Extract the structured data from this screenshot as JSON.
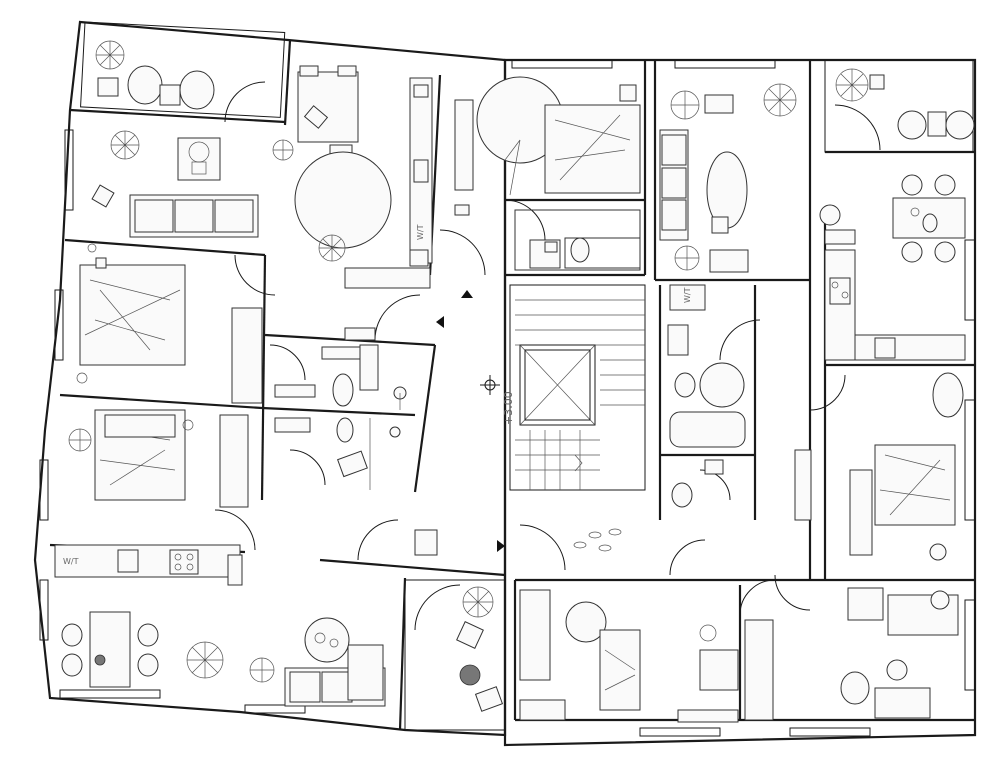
{
  "plan": {
    "elevation_label": "+3.00",
    "appliance_labels": [
      {
        "id": "wt-1",
        "text": "W/T"
      },
      {
        "id": "wt-2",
        "text": "W/T"
      },
      {
        "id": "wt-3",
        "text": "W/T"
      }
    ]
  },
  "colors": {
    "wall": "#1a1a1a",
    "background": "#ffffff",
    "furniture_fill": "#fafafa",
    "accent_gray": "#777777"
  }
}
